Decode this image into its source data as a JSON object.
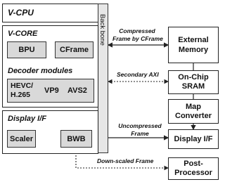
{
  "vcpu": {
    "title": "V-CPU"
  },
  "backbone": {
    "label": "Back bone"
  },
  "vcore": {
    "title": "V-CORE",
    "bpu": "BPU",
    "cframe": "CFrame",
    "decoder_title": "Decoder modules",
    "hevc_line1": "HEVC/",
    "hevc_line2": "H.265",
    "vp9": "VP9",
    "avs2": "AVS2"
  },
  "display_if_left": {
    "title": "Display I/F",
    "scaler": "Scaler",
    "bwb": "BWB"
  },
  "right_blocks": {
    "external_memory_line1": "External",
    "external_memory_line2": "Memory",
    "onchip_line1": "On-Chip",
    "onchip_line2": "SRAM",
    "map_line1": "Map",
    "map_line2": "Converter",
    "display_if": "Display I/F",
    "post_line1": "Post-",
    "post_line2": "Processor"
  },
  "arrows": {
    "compressed_line1": "Compressed",
    "compressed_line2": "Frame by CFrame",
    "secondary_axi": "Secondary AXI",
    "uncompressed_line1": "Uncompressed",
    "uncompressed_line2": "Frame",
    "downscaled": "Down-scaled Frame"
  },
  "colors": {
    "block_fill": "#d9d9d9",
    "backbone_fill": "#e6e6e6",
    "outline": "#222222"
  }
}
